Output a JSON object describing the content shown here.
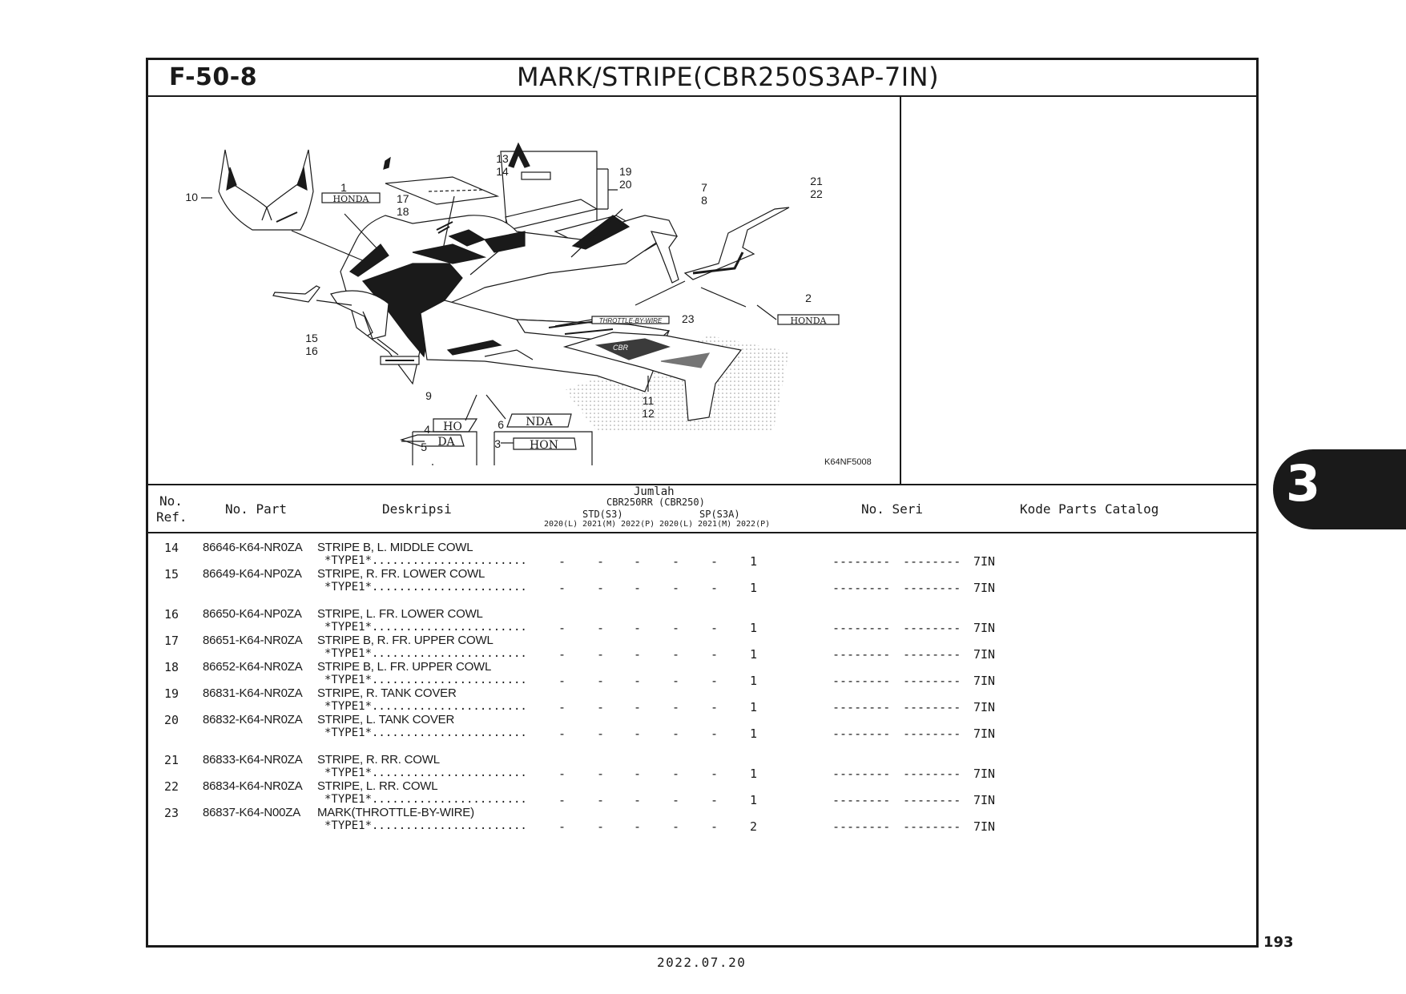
{
  "figure": {
    "number": "F-50-8",
    "title": "MARK/STRIPE(CBR250S3AP-7IN)",
    "diagram_code": "K64NF5008"
  },
  "callouts": {
    "c1": "1",
    "c2": "2",
    "c3": "3",
    "c4": "4",
    "c5": "5",
    "c6": "6",
    "c7_8": [
      "7",
      "8"
    ],
    "c9": "9",
    "c10": "10",
    "c11_12": [
      "11",
      "12"
    ],
    "c13_14": [
      "13",
      "14"
    ],
    "c15_16": [
      "15",
      "16"
    ],
    "c17_18": [
      "17",
      "18"
    ],
    "c19_20": [
      "19",
      "20"
    ],
    "c21_22": [
      "21",
      "22"
    ],
    "c23": "23"
  },
  "decal_text": {
    "honda": "HONDA",
    "ho": "HO",
    "da": "DA",
    "nda": "NDA",
    "hon": "HON",
    "throttle": "THROTTLE-BY-WIRE",
    "cbr": "CBR"
  },
  "table_header": {
    "no_ref": [
      "No.",
      "Ref."
    ],
    "no_part": "No. Part",
    "deskripsi": "Deskripsi",
    "jumlah": "Jumlah",
    "model": "CBR250RR (CBR250)",
    "std": "STD(S3)",
    "sp": "SP(S3A)",
    "years": [
      "2020(L)",
      "2021(M)",
      "2022(P)",
      "2020(L)",
      "2021(M)",
      "2022(P)"
    ],
    "no_seri": "No. Seri",
    "kode": "Kode Parts Catalog"
  },
  "rows": [
    {
      "ref": "14",
      "part": "86646-K64-NR0ZA",
      "desc": "STRIPE B, L. MIDDLE COWL",
      "type": "*TYPE1*.......................",
      "qty": [
        "-",
        "-",
        "-",
        "-",
        "-",
        "1"
      ],
      "seri": [
        "--------",
        "--------"
      ],
      "kode": "7IN"
    },
    {
      "ref": "15",
      "part": "86649-K64-NP0ZA",
      "desc": "STRIPE, R. FR. LOWER COWL",
      "type": "*TYPE1*.......................",
      "qty": [
        "-",
        "-",
        "-",
        "-",
        "-",
        "1"
      ],
      "seri": [
        "--------",
        "--------"
      ],
      "kode": "7IN"
    },
    {
      "ref": "16",
      "part": "86650-K64-NP0ZA",
      "desc": "STRIPE, L. FR. LOWER COWL",
      "type": "*TYPE1*.......................",
      "qty": [
        "-",
        "-",
        "-",
        "-",
        "-",
        "1"
      ],
      "seri": [
        "--------",
        "--------"
      ],
      "kode": "7IN"
    },
    {
      "ref": "17",
      "part": "86651-K64-NR0ZA",
      "desc": "STRIPE B, R. FR. UPPER COWL",
      "type": "*TYPE1*.......................",
      "qty": [
        "-",
        "-",
        "-",
        "-",
        "-",
        "1"
      ],
      "seri": [
        "--------",
        "--------"
      ],
      "kode": "7IN"
    },
    {
      "ref": "18",
      "part": "86652-K64-NR0ZA",
      "desc": "STRIPE B, L. FR. UPPER COWL",
      "type": "*TYPE1*.......................",
      "qty": [
        "-",
        "-",
        "-",
        "-",
        "-",
        "1"
      ],
      "seri": [
        "--------",
        "--------"
      ],
      "kode": "7IN"
    },
    {
      "ref": "19",
      "part": "86831-K64-NR0ZA",
      "desc": "STRIPE, R. TANK COVER",
      "type": "*TYPE1*.......................",
      "qty": [
        "-",
        "-",
        "-",
        "-",
        "-",
        "1"
      ],
      "seri": [
        "--------",
        "--------"
      ],
      "kode": "7IN"
    },
    {
      "ref": "20",
      "part": "86832-K64-NR0ZA",
      "desc": "STRIPE, L. TANK COVER",
      "type": "*TYPE1*.......................",
      "qty": [
        "-",
        "-",
        "-",
        "-",
        "-",
        "1"
      ],
      "seri": [
        "--------",
        "--------"
      ],
      "kode": "7IN"
    },
    {
      "ref": "21",
      "part": "86833-K64-NR0ZA",
      "desc": "STRIPE, R. RR. COWL",
      "type": "*TYPE1*.......................",
      "qty": [
        "-",
        "-",
        "-",
        "-",
        "-",
        "1"
      ],
      "seri": [
        "--------",
        "--------"
      ],
      "kode": "7IN"
    },
    {
      "ref": "22",
      "part": "86834-K64-NR0ZA",
      "desc": "STRIPE, L. RR. COWL",
      "type": "*TYPE1*.......................",
      "qty": [
        "-",
        "-",
        "-",
        "-",
        "-",
        "1"
      ],
      "seri": [
        "--------",
        "--------"
      ],
      "kode": "7IN"
    },
    {
      "ref": "23",
      "part": "86837-K64-N00ZA",
      "desc": "MARK(THROTTLE-BY-WIRE)",
      "type": "*TYPE1*.......................",
      "qty": [
        "-",
        "-",
        "-",
        "-",
        "-",
        "2"
      ],
      "seri": [
        "--------",
        "--------"
      ],
      "kode": "7IN"
    }
  ],
  "chapter_tab": "3",
  "page_number": "193",
  "footer_date": "2022.07.20"
}
